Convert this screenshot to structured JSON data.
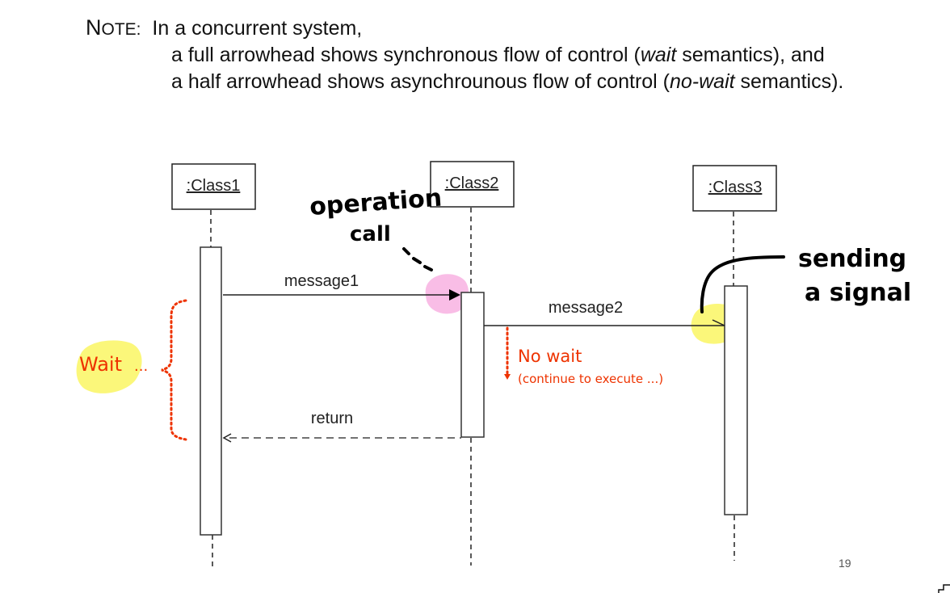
{
  "note": {
    "label_first": "N",
    "label_rest": "OTE:",
    "line1": "In a concurrent system,",
    "line2_pre": "a full arrowhead shows synchronous flow of control (",
    "line2_em": "wait",
    "line2_post": " semantics), and",
    "line3_pre": "a half arrowhead shows asynchrounous flow of control (",
    "line3_em": "no-wait",
    "line3_post": " semantics)."
  },
  "objects": [
    {
      "label": ":Class1"
    },
    {
      "label": ":Class2"
    },
    {
      "label": ":Class3"
    }
  ],
  "messages": {
    "message1": "message1",
    "message2": "message2",
    "return": "return"
  },
  "annotations": {
    "operation_call_line1": "operation",
    "operation_call_line2": "call",
    "sending_signal_line1": "sending",
    "sending_signal_line2": "a signal",
    "wait": "Wait",
    "wait_dots": "...",
    "no_wait": "No wait",
    "continue": "(continue to execute ...)"
  },
  "colors": {
    "highlight_pink": "#f9bde6",
    "highlight_yellow": "#fbf77a",
    "annotation_red": "#ee3300"
  },
  "page_number": "19"
}
